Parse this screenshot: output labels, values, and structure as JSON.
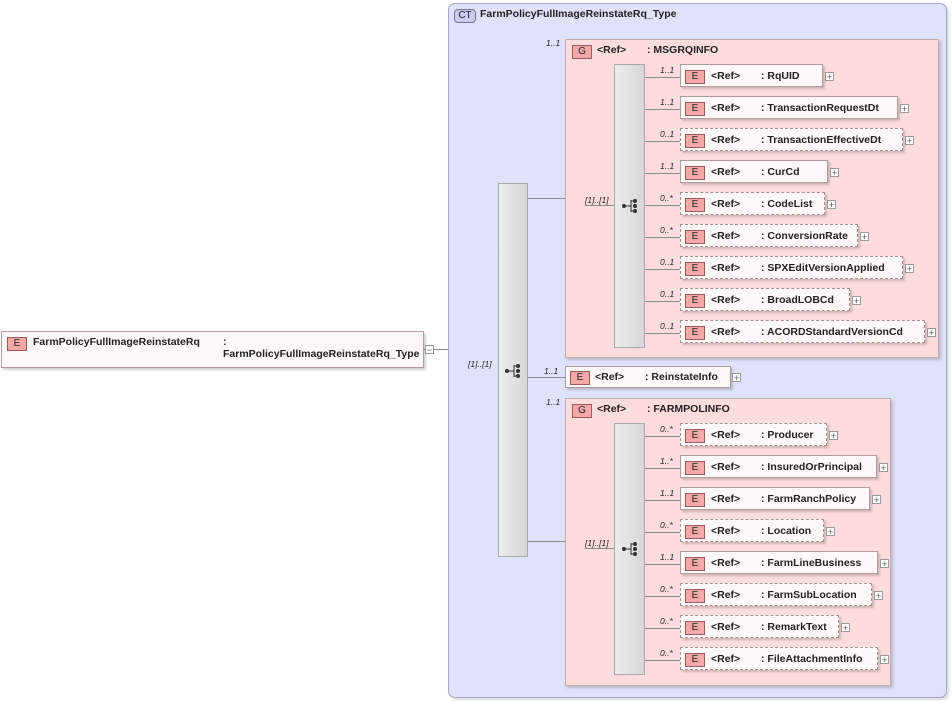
{
  "root": {
    "tag": "E",
    "name": "FarmPolicyFullImageReinstateRq",
    "type": ": FarmPolicyFullImageReinstateRq_Type",
    "collapse": "−"
  },
  "complex_type": {
    "tag": "CT",
    "name": "FarmPolicyFullImageReinstateRq_Type"
  },
  "sequence_card": "[1]..[1]",
  "groups": [
    {
      "tag": "G",
      "ref": "<Ref>",
      "name": ": MSGRQINFO",
      "card": "1..1",
      "seq_card": "[1]..[1]",
      "children": [
        {
          "card": "1..1",
          "tag": "E",
          "ref": "<Ref>",
          "name": ": RqUID",
          "optional": false
        },
        {
          "card": "1..1",
          "tag": "E",
          "ref": "<Ref>",
          "name": ": TransactionRequestDt",
          "optional": false
        },
        {
          "card": "0..1",
          "tag": "E",
          "ref": "<Ref>",
          "name": ": TransactionEffectiveDt",
          "optional": true
        },
        {
          "card": "1..1",
          "tag": "E",
          "ref": "<Ref>",
          "name": ": CurCd",
          "optional": false
        },
        {
          "card": "0..*",
          "tag": "E",
          "ref": "<Ref>",
          "name": ": CodeList",
          "optional": true
        },
        {
          "card": "0..*",
          "tag": "E",
          "ref": "<Ref>",
          "name": ": ConversionRate",
          "optional": true
        },
        {
          "card": "0..1",
          "tag": "E",
          "ref": "<Ref>",
          "name": ": SPXEditVersionApplied",
          "optional": true
        },
        {
          "card": "0..1",
          "tag": "E",
          "ref": "<Ref>",
          "name": ": BroadLOBCd",
          "optional": true
        },
        {
          "card": "0..1",
          "tag": "E",
          "ref": "<Ref>",
          "name": ": ACORDStandardVersionCd",
          "optional": true
        }
      ]
    },
    {
      "tag": "G",
      "ref": "<Ref>",
      "name": ": FARMPOLINFO",
      "card": "1..1",
      "seq_card": "[1]..[1]",
      "children": [
        {
          "card": "0..*",
          "tag": "E",
          "ref": "<Ref>",
          "name": ": Producer",
          "optional": true
        },
        {
          "card": "1..*",
          "tag": "E",
          "ref": "<Ref>",
          "name": ": InsuredOrPrincipal",
          "optional": false
        },
        {
          "card": "1..1",
          "tag": "E",
          "ref": "<Ref>",
          "name": ": FarmRanchPolicy",
          "optional": false
        },
        {
          "card": "0..*",
          "tag": "E",
          "ref": "<Ref>",
          "name": ": Location",
          "optional": true
        },
        {
          "card": "1..1",
          "tag": "E",
          "ref": "<Ref>",
          "name": ": FarmLineBusiness",
          "optional": false
        },
        {
          "card": "0..*",
          "tag": "E",
          "ref": "<Ref>",
          "name": ": FarmSubLocation",
          "optional": true
        },
        {
          "card": "0..*",
          "tag": "E",
          "ref": "<Ref>",
          "name": ": RemarkText",
          "optional": true
        },
        {
          "card": "0..*",
          "tag": "E",
          "ref": "<Ref>",
          "name": ": FileAttachmentInfo",
          "optional": true
        }
      ]
    }
  ],
  "middle": {
    "card": "1..1",
    "tag": "E",
    "ref": "<Ref>",
    "name": ": ReinstateInfo"
  },
  "expand_symbol": "+"
}
